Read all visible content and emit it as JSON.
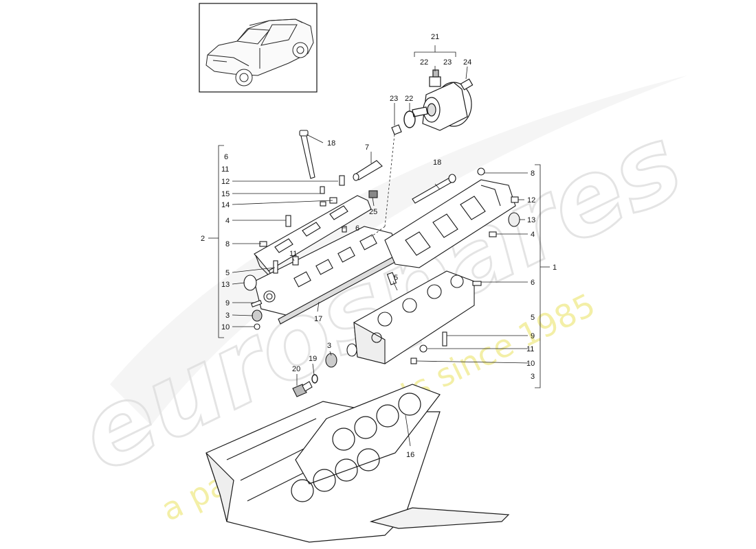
{
  "watermark": {
    "brand": "eurospares",
    "tagline": "a passion for parts since 1985",
    "colors": {
      "brand": "#e6e6e6",
      "tagline": "#f2ee9a"
    }
  },
  "labels": {
    "l21": "21",
    "l22a": "22",
    "l23a": "23",
    "l24": "24",
    "l23b": "23",
    "l22b": "22",
    "l18a": "18",
    "l7": "7",
    "l6a": "6",
    "l11a": "11",
    "l12a": "12",
    "l15": "15",
    "l14": "14",
    "l25": "25",
    "l4a": "4",
    "l6b": "6",
    "l2": "2",
    "l8a": "8",
    "l11b": "11",
    "l5a": "5",
    "l13a": "13",
    "l9a": "9",
    "l3a": "3",
    "l10a": "10",
    "l17": "17",
    "l18b": "18",
    "l8b": "8",
    "l12b": "12",
    "l13b": "13",
    "l4b": "4",
    "l1": "1",
    "l5b": "5",
    "l6c": "6",
    "l5c": "5",
    "l9b": "9",
    "l11c": "11",
    "l10b": "10",
    "l3b": "3",
    "l3c": "3",
    "l19": "19",
    "l20": "20",
    "l16": "16"
  },
  "colors": {
    "line": "#1a1a1a",
    "part_fill": "#ffffff",
    "shade": "#d9d9d9"
  }
}
